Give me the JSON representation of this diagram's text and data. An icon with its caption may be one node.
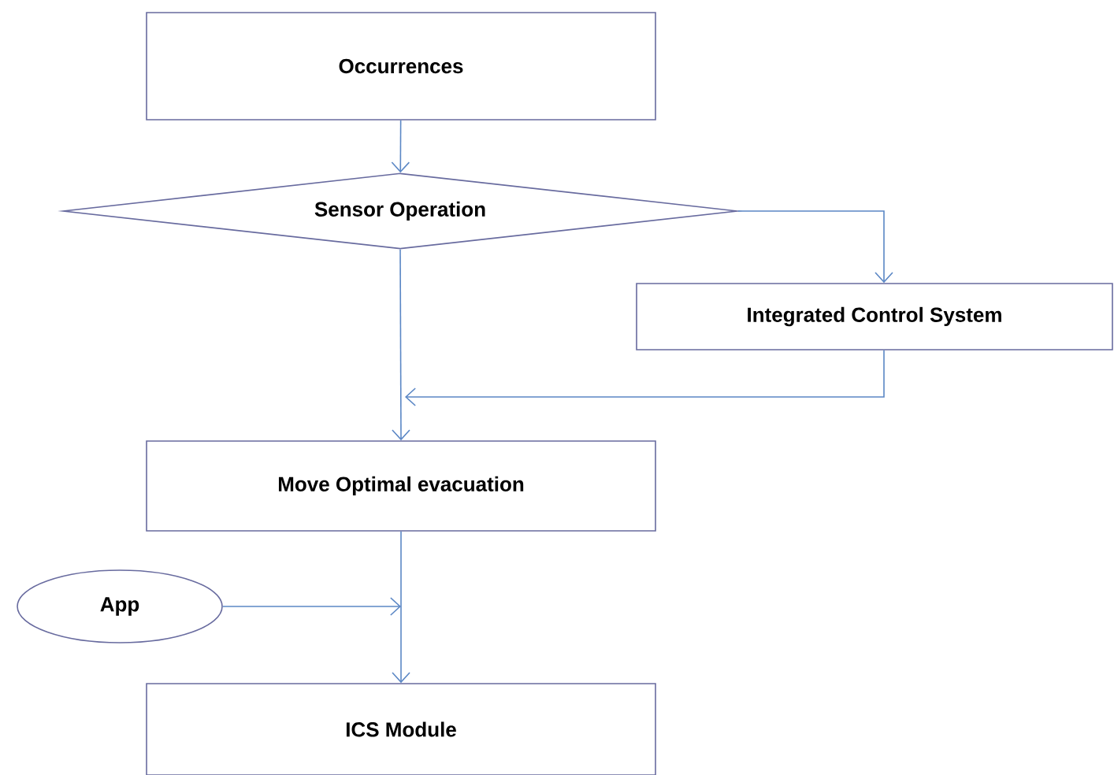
{
  "diagram": {
    "nodes": [
      {
        "text": [
          "Occurrences"
        ]
      },
      {
        "text": [
          "Sensor Operation"
        ]
      },
      {
        "text": [
          "Integrated Control System"
        ]
      },
      {
        "text": [
          "Move Optimal evacuation"
        ]
      },
      {
        "text": [
          "App"
        ]
      },
      {
        "text": [
          "ICS Module"
        ]
      }
    ],
    "edges": [
      {
        "from": 0,
        "to": 1,
        "arrow": "to"
      },
      {
        "from": 1,
        "to": 2,
        "arrow": "to"
      },
      {
        "from": 1,
        "to": 3,
        "arrow": "to"
      },
      {
        "from": 2,
        "to": 3,
        "arrow": "to"
      },
      {
        "from": 3,
        "to": 5,
        "arrow": "to"
      },
      {
        "from": 4,
        "to": 5,
        "arrow": "to"
      }
    ]
  }
}
